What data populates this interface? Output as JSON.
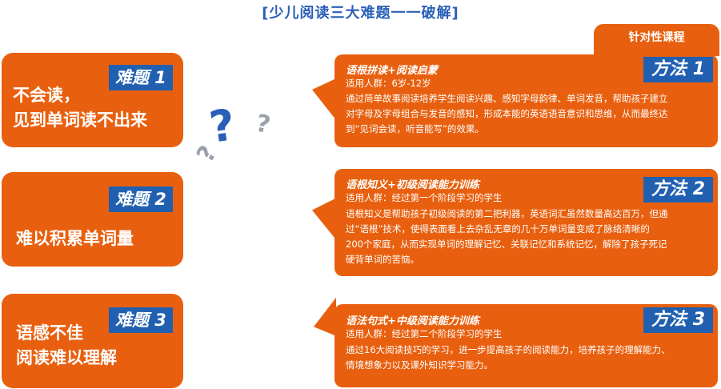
{
  "title": "[少儿阅读三大难题一一破解]",
  "tab_label": "针对性课程",
  "colors": {
    "orange": "#e8600f",
    "blue": "#2160b0",
    "title_blue": "#2a5fb8",
    "grey": "#9aa1ab"
  },
  "problems": [
    {
      "tag": "难题 1",
      "lines": [
        "不会读，",
        "见到单词读不出来"
      ]
    },
    {
      "tag": "难题 2",
      "lines": [
        "难以积累单词量"
      ]
    },
    {
      "tag": "难题 3",
      "lines": [
        "语感不佳",
        "阅读难以理解"
      ]
    }
  ],
  "methods": [
    {
      "tag": "方法 1",
      "title": "语根拼读+阅读启蒙",
      "audience": "适用人群：6岁-12岁",
      "lines": [
        "通过简单故事阅读培养学生阅读兴趣、感知字母韵律、单词发音，帮助孩子建立",
        "对字母及字母组合与发音的感知，形成本能的英语语音意识和思维，从而最终达",
        "到“见词会读，听音能写”的效果。"
      ]
    },
    {
      "tag": "方法 2",
      "title": "语根知义+初级阅读能力训练",
      "audience": "适用人群：经过第一个阶段学习的学生",
      "lines": [
        "语根知义是帮助孩子初级阅读的第二把利器，英语词汇虽然数量高达百万，但通",
        "过“语根”技术，使得表面看上去杂乱无章的几十万单词量变成了脉络清晰的",
        "200个家庭，从而实现单词的理解记忆、关联记忆和系统记忆，解除了孩子死记",
        "硬背单词的苦恼。"
      ]
    },
    {
      "tag": "方法 3",
      "title": "语法句式+中级阅读能力训练",
      "audience": "适用人群：经过第二个阶段学习的学生",
      "lines": [
        "通过16大阅读技巧的学习，进一步提高孩子的阅读能力，培养孩子的理解能力、",
        "情境想象力以及课外知识学习能力。"
      ]
    }
  ],
  "icons": [
    "question-mark-icon"
  ]
}
